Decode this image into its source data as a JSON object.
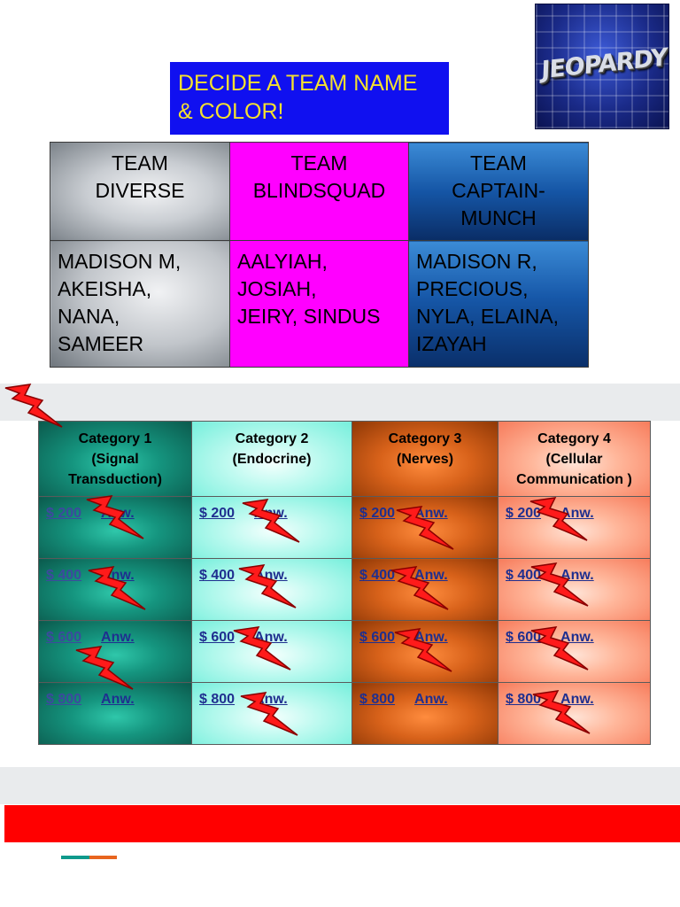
{
  "logo_text": "JEOPARDY!",
  "title": [
    "DECIDE A TEAM NAME",
    "& COLOR!"
  ],
  "teams": [
    {
      "name": [
        "TEAM",
        "DIVERSE"
      ],
      "members": [
        "MADISON M,",
        "AKEISHA,",
        "NANA,",
        "SAMEER"
      ]
    },
    {
      "name": [
        "TEAM",
        "BLINDSQUAD"
      ],
      "members": [
        "AALYIAH,",
        "JOSIAH,",
        "JEIRY, SINDUS"
      ]
    },
    {
      "name": [
        "TEAM",
        "CAPTAIN-",
        "MUNCH"
      ],
      "members": [
        "MADISON R,",
        "PRECIOUS,",
        "NYLA, ELAINA,",
        "IZAYAH"
      ]
    }
  ],
  "board": {
    "categories": [
      [
        "Category 1",
        "(Signal",
        "Transduction)"
      ],
      [
        "Category 2",
        "(Endocrine)"
      ],
      [
        "Category 3",
        "(Nerves)"
      ],
      [
        "Category 4",
        "(Cellular",
        "Communication )"
      ]
    ],
    "values": [
      "$ 200",
      "$ 400",
      "$ 600",
      "$ 800"
    ],
    "answer_label": "Anw."
  },
  "colors": {
    "title_bg": "#1010f0",
    "title_text": "#f5e12e",
    "team_pink": "#ff00ff",
    "bolt": "#ff1a1a",
    "red_bar": "#ff0000"
  },
  "icons": [
    "jeopardy-logo",
    "lightning-bolt-icon"
  ]
}
